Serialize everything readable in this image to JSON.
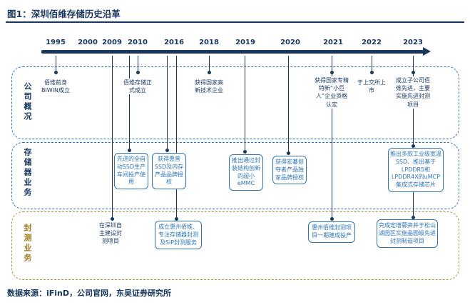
{
  "figure": {
    "title": "图1：深圳佰维存储历史沿革",
    "source": "数据来源：iFinD，公司官网，东吴证券研究所"
  },
  "palette": {
    "navy": "#17375e",
    "blue": "#2e75b6",
    "gold": "#9e7c21"
  },
  "timeline": {
    "years": [
      "1995",
      "2000",
      "2009",
      "2010",
      "2016",
      "2018",
      "2019",
      "2020",
      "2021",
      "2022",
      "2023"
    ]
  },
  "lanes": [
    {
      "label": "公司概况",
      "events": [
        {
          "year": "1995",
          "text": "佰维前身BIWIN成立"
        },
        {
          "year": "2010",
          "text": "佰维存储正式成立"
        },
        {
          "year": "2018",
          "text": "获得国家高新技术企业"
        },
        {
          "year": "2021",
          "text": "获得国家专精特新“小巨人”企业资格认定"
        },
        {
          "year": "2022",
          "text": "于上交所上市"
        },
        {
          "year": "2023",
          "text": "成立子公司佰维先进，主要实施先进封测项目"
        }
      ]
    },
    {
      "label": "存储器业务",
      "events": [
        {
          "year": "2010",
          "text": "先进的全自动SSD生产车间投产使用"
        },
        {
          "year": "2016",
          "text": "获得惠普SSD及内存产品品牌授权"
        },
        {
          "year": "2019",
          "text": "推出通过封装结构创新的超小eMMC"
        },
        {
          "year": "2020",
          "text": "获得宏碁掠夺者产品独家品牌授权"
        },
        {
          "year": "2023",
          "text": "推出多款工业级宽温SSD、推出基于LPDDR5和LPDDR4X的uMCP集成式存储芯片"
        }
      ]
    },
    {
      "label": "封测业务",
      "events": [
        {
          "year": "2009",
          "text": "在深圳自主建设封测项目"
        },
        {
          "year": "2016",
          "text": "成立惠州佰维、专注存储器封测及SiP封测服务"
        },
        {
          "year": "2021",
          "text": "惠州佰维封测项目一期建成投产"
        },
        {
          "year": "2023",
          "text": "完成定增募资并于松山湖园区实施晶圆级先进封测制造项目"
        }
      ]
    }
  ]
}
